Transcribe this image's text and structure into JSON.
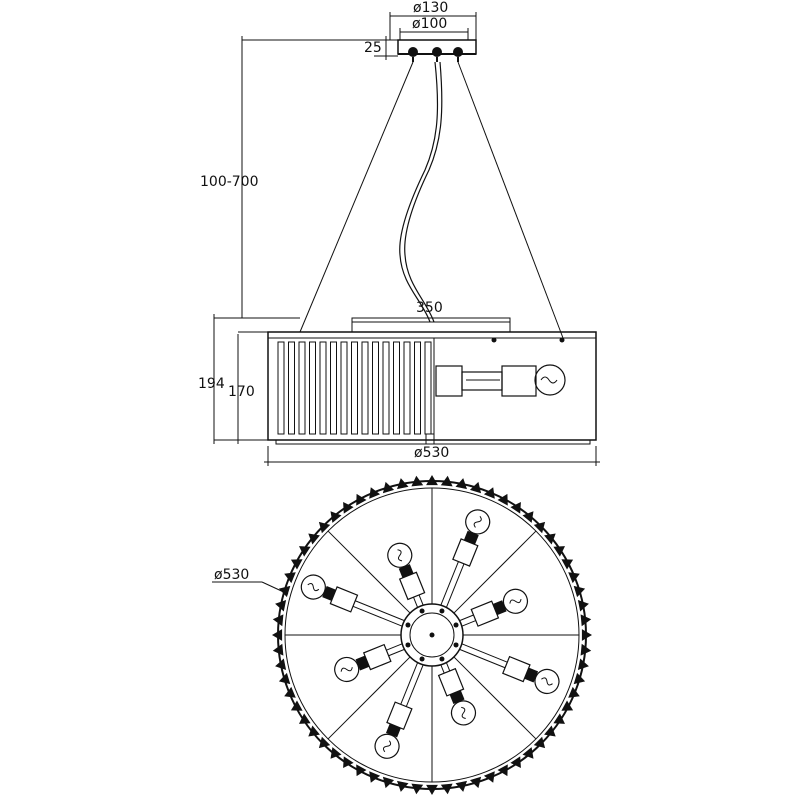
{
  "drawing": {
    "dimensions": {
      "canopy_outer_diameter": "ø130",
      "canopy_inner_diameter": "ø100",
      "canopy_height": "25",
      "suspension_length": "100-700",
      "inner_ring_diameter": "350",
      "overall_height": "194",
      "body_height": "170",
      "side_view_diameter": "ø530",
      "plan_view_diameter": "ø530"
    },
    "plan_view": {
      "lamp_count": 8,
      "crystal_bead_count": 64
    },
    "colors": {
      "line": "#111111",
      "background": "#ffffff"
    }
  }
}
